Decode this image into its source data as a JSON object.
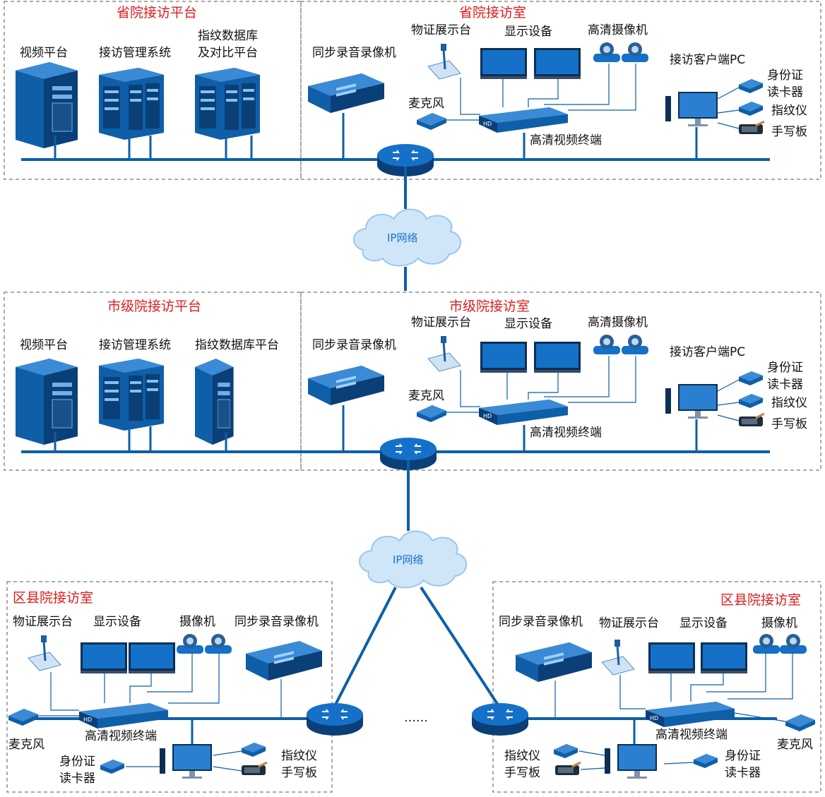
{
  "colors": {
    "line": "#0d5fa8",
    "device": "#0f5ea8",
    "deviceDark": "#0b3f78",
    "deviceLight": "#3b8ad6",
    "red": "#e01b1b",
    "cloud": "#cfe6f9"
  },
  "provincial": {
    "platform_title": "省院接访平台",
    "room_title": "省院接访室",
    "video_platform": "视频平台",
    "mgmt_system": "接访管理系统",
    "fp_db_l1": "指纹数据库",
    "fp_db_l2": "及对比平台",
    "recorder": "同步录音录像机",
    "visualizer": "物证展示台",
    "display": "显示设备",
    "hd_camera": "高清摄像机",
    "client_pc": "接访客户端PC",
    "mic": "麦克风",
    "hd_terminal": "高清视频终端",
    "id_reader_l1": "身份证",
    "id_reader_l2": "读卡器",
    "fingerprint": "指纹仪",
    "signpad": "手写板"
  },
  "network1": "IP网络",
  "city": {
    "platform_title": "市级院接访平台",
    "room_title": "市级院接访室",
    "video_platform": "视频平台",
    "mgmt_system": "接访管理系统",
    "fp_db": "指纹数据库平台",
    "recorder": "同步录音录像机",
    "visualizer": "物证展示台",
    "display": "显示设备",
    "hd_camera": "高清摄像机",
    "client_pc": "接访客户端PC",
    "mic": "麦克风",
    "hd_terminal": "高清视频终端",
    "id_reader_l1": "身份证",
    "id_reader_l2": "读卡器",
    "fingerprint": "指纹仪",
    "signpad": "手写板"
  },
  "network2": "IP网络",
  "ellipsis": "……",
  "county_left": {
    "room_title": "区县院接访室",
    "visualizer": "物证展示台",
    "display": "显示设备",
    "camera": "摄像机",
    "recorder": "同步录音录像机",
    "mic": "麦克风",
    "hd_terminal": "高清视频终端",
    "id_reader_l1": "身份证",
    "id_reader_l2": "读卡器",
    "fingerprint": "指纹仪",
    "signpad": "手写板"
  },
  "county_right": {
    "room_title": "区县院接访室",
    "recorder": "同步录音录像机",
    "visualizer": "物证展示台",
    "display": "显示设备",
    "camera": "摄像机",
    "hd_terminal": "高清视频终端",
    "mic": "麦克风",
    "fingerprint": "指纹仪",
    "signpad": "手写板",
    "id_reader_l1": "身份证",
    "id_reader_l2": "读卡器"
  }
}
